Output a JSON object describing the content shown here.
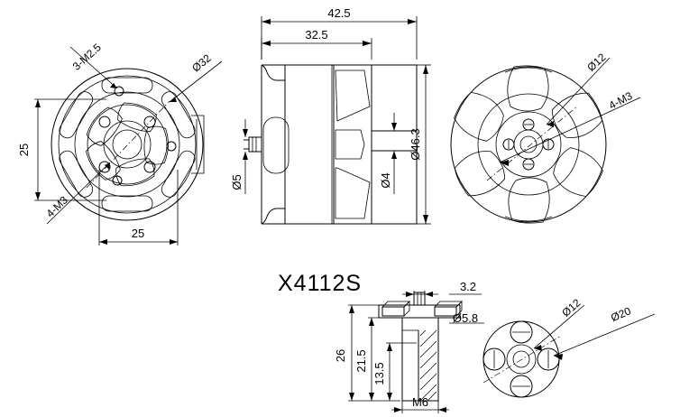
{
  "drawing": {
    "title": "X4112S",
    "type": "mechanical-engineering-drawing",
    "description": "Brushless motor dimensional drawing with three orthographic views and a detail section",
    "line_color": "#000000",
    "background_color": "#ffffff"
  },
  "views": {
    "bottom_view": {
      "name": "bottom-mount-view",
      "labels": [
        {
          "id": "screw-pattern-m25",
          "text": "3-M2.5"
        },
        {
          "id": "bore-d32",
          "text": "Ø32"
        },
        {
          "id": "screw-pattern-m3",
          "text": "4-M3"
        },
        {
          "id": "vertical-spacing",
          "text": "25"
        },
        {
          "id": "horizontal-spacing",
          "text": "25"
        }
      ]
    },
    "side_view": {
      "name": "side-section-view",
      "labels": [
        {
          "id": "overall-length",
          "text": "42.5"
        },
        {
          "id": "body-length",
          "text": "32.5"
        },
        {
          "id": "outer-diameter",
          "text": "Ø46.3"
        },
        {
          "id": "shaft-diameter-rear",
          "text": "Ø5"
        },
        {
          "id": "shaft-diameter-front",
          "text": "Ø4"
        }
      ]
    },
    "top_view": {
      "name": "top-bell-view",
      "labels": [
        {
          "id": "center-bore",
          "text": "Ø12"
        },
        {
          "id": "prop-screws",
          "text": "4-M3"
        }
      ]
    },
    "detail_view": {
      "name": "prop-adapter-detail",
      "labels": [
        {
          "id": "flange-thickness",
          "text": "3.2"
        },
        {
          "id": "total-height",
          "text": "26"
        },
        {
          "id": "shoulder-height",
          "text": "21.5"
        },
        {
          "id": "thread-length",
          "text": "13.5"
        },
        {
          "id": "thread-spec",
          "text": "M6"
        },
        {
          "id": "hole-circle",
          "text": "Ø5.8"
        },
        {
          "id": "inner-bore",
          "text": "Ø12"
        },
        {
          "id": "outer-flange",
          "text": "Ø20"
        }
      ]
    }
  },
  "dimensions": {
    "d_42_5": "42.5",
    "d_32_5": "32.5",
    "d_46_3": "Ø46.3",
    "d_5": "Ø5",
    "d_4": "Ø4",
    "d_32": "Ø32",
    "d_25_v": "25",
    "d_25_h": "25",
    "m25": "3-M2.5",
    "m3_bottom": "4-M3",
    "d_12_top": "Ø12",
    "m3_top": "4-M3",
    "d_3_2": "3.2",
    "d_26": "26",
    "d_21_5": "21.5",
    "d_13_5": "13.5",
    "m6": "M6",
    "d_5_8": "Ø5.8",
    "d_12_det": "Ø12",
    "d_20": "Ø20"
  }
}
